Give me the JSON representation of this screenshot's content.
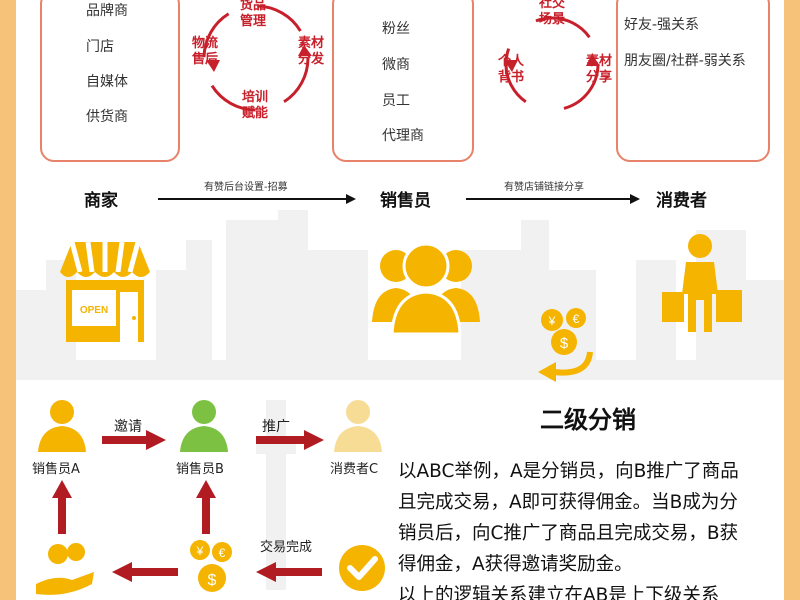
{
  "merchant_box": {
    "items": [
      "品牌商",
      "门店",
      "自媒体",
      "供货商"
    ]
  },
  "cycle1": {
    "top": "货品\n管理",
    "right": "素材\n分发",
    "bottom": "培训\n赋能",
    "left": "物流\n售后"
  },
  "seller_box": {
    "items": [
      "粉丝",
      "微商",
      "员工",
      "代理商"
    ]
  },
  "cycle2": {
    "top": "社交\n场景",
    "right": "素材\n分享",
    "left": "个人\n背书"
  },
  "consumer_box": {
    "items": [
      "好友-强关系",
      "朋友圈/社群-弱关系"
    ]
  },
  "flow": {
    "merchant": "商家",
    "seller": "销售员",
    "consumer": "消费者",
    "arrow1_label": "有赞后台设置-招募",
    "arrow2_label": "有赞店铺链接分享"
  },
  "shop_sign": "OPEN",
  "bottom": {
    "seller_a": "销售员A",
    "seller_b": "销售员B",
    "consumer_c": "消费者C",
    "invite": "邀请",
    "promote": "推广",
    "deal_done": "交易完成",
    "title": "二级分销",
    "paragraph": [
      "以ABC举例，A是分销员，向B推广了商品",
      "且完成交易，A即可获得佣金。当B成为分",
      "销员后，向C推广了商品且完成交易，B获",
      "得佣金，A获得邀请奖励金。",
      "以上的逻辑关系建立在AB是上下级关系"
    ]
  },
  "colors": {
    "accent_red": "#c8202b",
    "gold": "#f5b400",
    "green": "#7cc142",
    "box_border": "#e8826a",
    "arrow_dark_red": "#b01c22"
  }
}
